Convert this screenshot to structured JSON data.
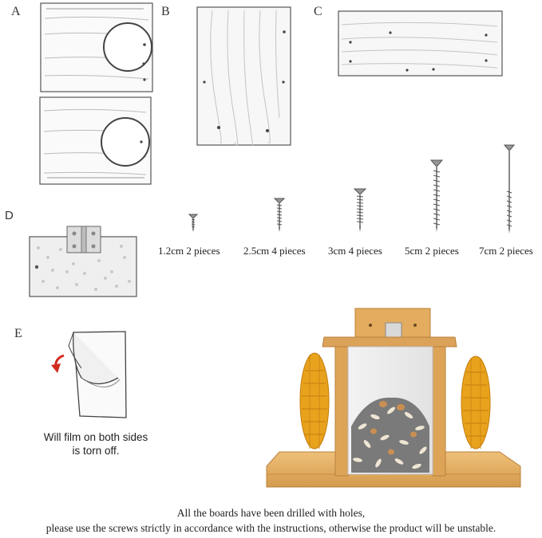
{
  "parts": {
    "a_label": "A",
    "b_label": "B",
    "c_label": "C",
    "d_label": "D",
    "e_label": "E"
  },
  "screws": [
    {
      "label": "1.2cm 2 pieces"
    },
    {
      "label": "2.5cm 4 pieces"
    },
    {
      "label": "3cm 4 pieces"
    },
    {
      "label": "5cm 2 pieces"
    },
    {
      "label": "7cm 2 pieces"
    }
  ],
  "film_note": {
    "line1": "Will film on both sides",
    "line2": "is torn off."
  },
  "footer": {
    "line1": "All the boards have been drilled with holes,",
    "line2": "please use the screws strictly in accordance with the instructions, otherwise the product will be unstable."
  },
  "colors": {
    "outline": "#555555",
    "wood_light": "#e9b56a",
    "wood_dark": "#c98a3a",
    "corn": "#e8a21c",
    "arrow_red": "#d22b1e"
  }
}
